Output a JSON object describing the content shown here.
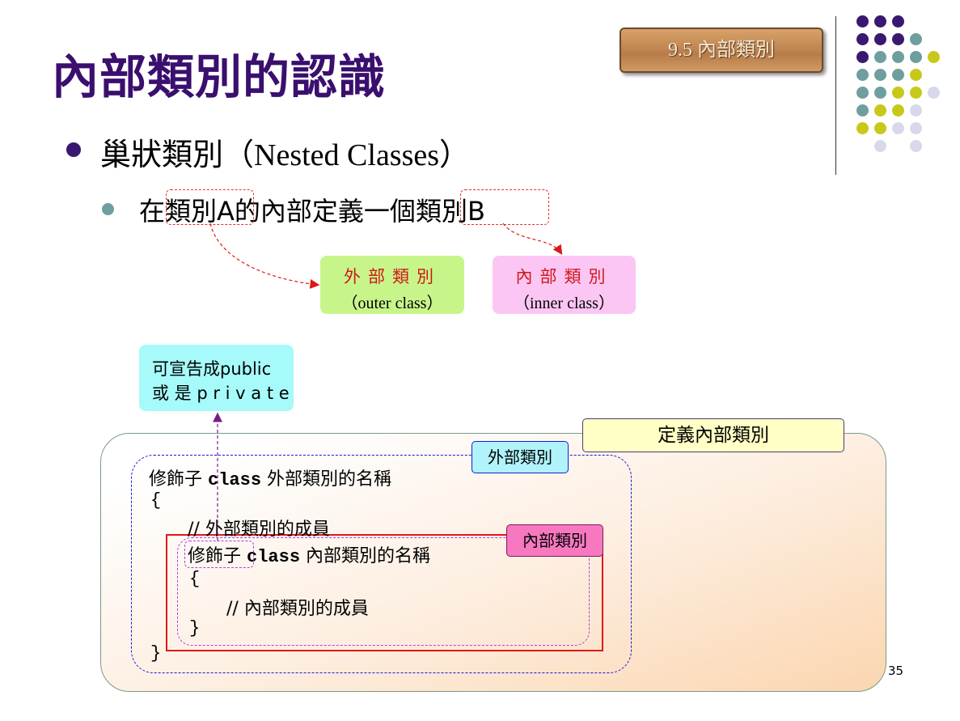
{
  "title": "內部類別的認識",
  "badge": "9.5  內部類別",
  "bullet1": {
    "zh": "巢狀類別（",
    "en": "Nested Classes",
    "end": "）"
  },
  "bullet2": {
    "pre": "在",
    "classA": "類別A",
    "mid": "的內部定義一個",
    "classB": "類別B"
  },
  "outer_label": {
    "zh": "外部類別",
    "en": "（outer class）"
  },
  "inner_label": {
    "zh": "內部類別",
    "en": "（inner class）"
  },
  "modifier_note": {
    "line1": "可宣告成public",
    "line2": "或 是 p r i v a t e"
  },
  "define_tag": "定義內部類別",
  "outer_tag": "外部類別",
  "inner_tag": "內部類別",
  "code": {
    "l1_mod": "修飾子",
    "l1_kw": "class",
    "l1_name": "外部類別的名稱",
    "l2": "{",
    "l3": "// 外部類別的成員",
    "l4_mod": "修飾子",
    "l4_kw": "class",
    "l4_name": "內部類別的名稱",
    "l5": "{",
    "l6": "// 內部類別的成員",
    "l7": "}",
    "l8": "}"
  },
  "page_number": "35",
  "colors": {
    "title": "#3a0f6e",
    "accent_red": "#e01818",
    "purple": "#3a1870",
    "teal": "#6f9e9e",
    "olive": "#c8c81a",
    "lavender": "#d8d8ec"
  }
}
